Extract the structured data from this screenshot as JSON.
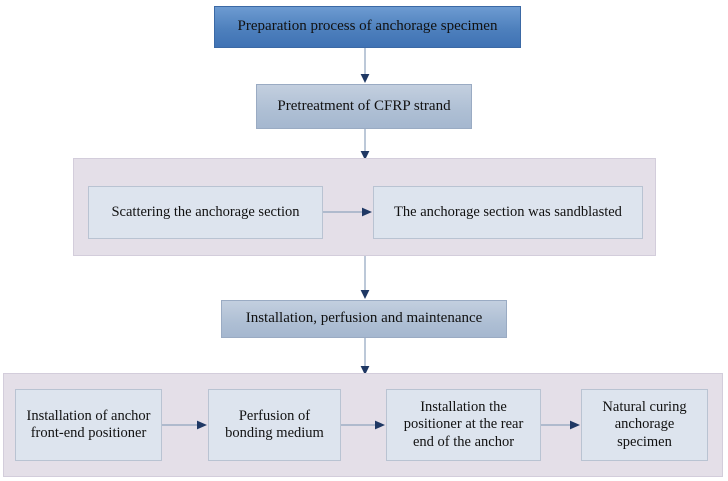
{
  "diagram": {
    "title": "Preparation process of anchorage specimen flowchart",
    "colors": {
      "primary_box": "#4e80bd",
      "secondary_box": "#aebfd4",
      "light_box": "#dde4ee",
      "group_background": "#e4dfe8",
      "connector_line": "#8fa3bd",
      "arrow_head": "#1f3864",
      "page_background": "#ffffff"
    },
    "nodes": {
      "root": {
        "label": "Preparation process of anchorage specimen",
        "style": "primary"
      },
      "pretreatment": {
        "label": "Pretreatment of CFRP strand",
        "style": "secondary"
      },
      "scattering": {
        "label": "Scattering the anchorage section",
        "style": "light"
      },
      "sandblasted": {
        "label": "The anchorage section was sandblasted",
        "style": "light"
      },
      "installation_perfusion": {
        "label": "Installation, perfusion and maintenance",
        "style": "secondary"
      },
      "front_end_positioner": {
        "label": "Installation of anchor front-end positioner",
        "style": "light"
      },
      "bonding_medium": {
        "label": "Perfusion of bonding medium",
        "style": "light"
      },
      "rear_positioner": {
        "label": "Installation the positioner at the rear end of the anchor",
        "style": "light"
      },
      "natural_curing": {
        "label": "Natural curing anchorage specimen",
        "style": "light"
      }
    },
    "groups": {
      "pretreatment_group": {
        "name": "Pretreatment stage group"
      },
      "installation_group": {
        "name": "Installation stage group"
      }
    },
    "connectors": [
      {
        "name": "root-to-pretreatment",
        "direction": "down"
      },
      {
        "name": "pretreatment-to-group",
        "direction": "down"
      },
      {
        "name": "scattering-to-sandblasted",
        "direction": "right"
      },
      {
        "name": "group-to-installation",
        "direction": "down"
      },
      {
        "name": "installation-to-group",
        "direction": "down"
      },
      {
        "name": "front-end-to-bonding",
        "direction": "right"
      },
      {
        "name": "bonding-to-rear",
        "direction": "right"
      },
      {
        "name": "rear-to-curing",
        "direction": "right"
      }
    ]
  }
}
